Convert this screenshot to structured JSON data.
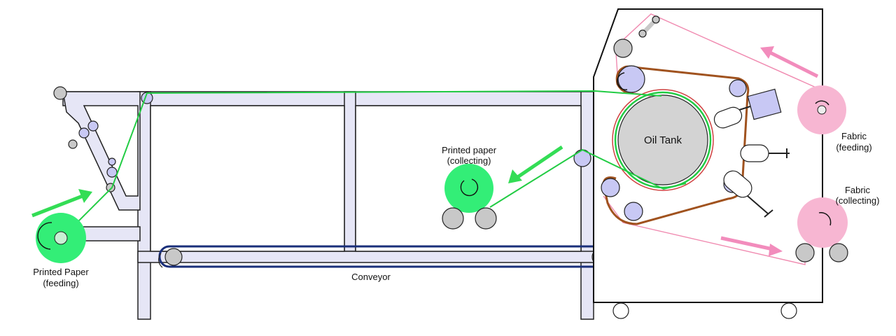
{
  "labels": {
    "printed_paper_feeding": [
      "Printed Paper",
      "(feeding)"
    ],
    "printed_paper_collecting": [
      "Printed paper",
      "(collecting)"
    ],
    "oil_tank": "Oil Tank",
    "fabric_feeding": [
      "Fabric",
      "(feeding)"
    ],
    "fabric_collecting": [
      "Fabric",
      "(collecting)"
    ],
    "conveyor": "Conveyor"
  },
  "colors": {
    "frame_fill": "#e6e6f6",
    "outline": "#222222",
    "paper_path": "#22cc44",
    "paper_roll": "#33ee77",
    "fabric_path": "#f08ab0",
    "fabric_roll": "#f7b6d2",
    "belt": "#a0521e",
    "conveyor_belt": "#1a2f7a",
    "roller_grey": "#c8c8c8",
    "roller_blue": "#c8c8f4",
    "tank": "#d3d3d3"
  }
}
